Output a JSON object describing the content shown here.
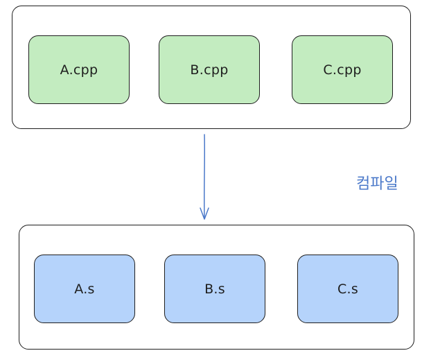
{
  "top_group": {
    "items": [
      {
        "label": "A.cpp"
      },
      {
        "label": "B.cpp"
      },
      {
        "label": "C.cpp"
      }
    ]
  },
  "bottom_group": {
    "items": [
      {
        "label": "A.s"
      },
      {
        "label": "B.s"
      },
      {
        "label": "C.s"
      }
    ]
  },
  "edge": {
    "label": "컴파일"
  },
  "colors": {
    "source_box_fill": "#c3ecc0",
    "output_box_fill": "#b5d3fb",
    "arrow_color": "#4a78c9",
    "label_color": "#4a78c9",
    "stroke": "#1e1e1e"
  }
}
